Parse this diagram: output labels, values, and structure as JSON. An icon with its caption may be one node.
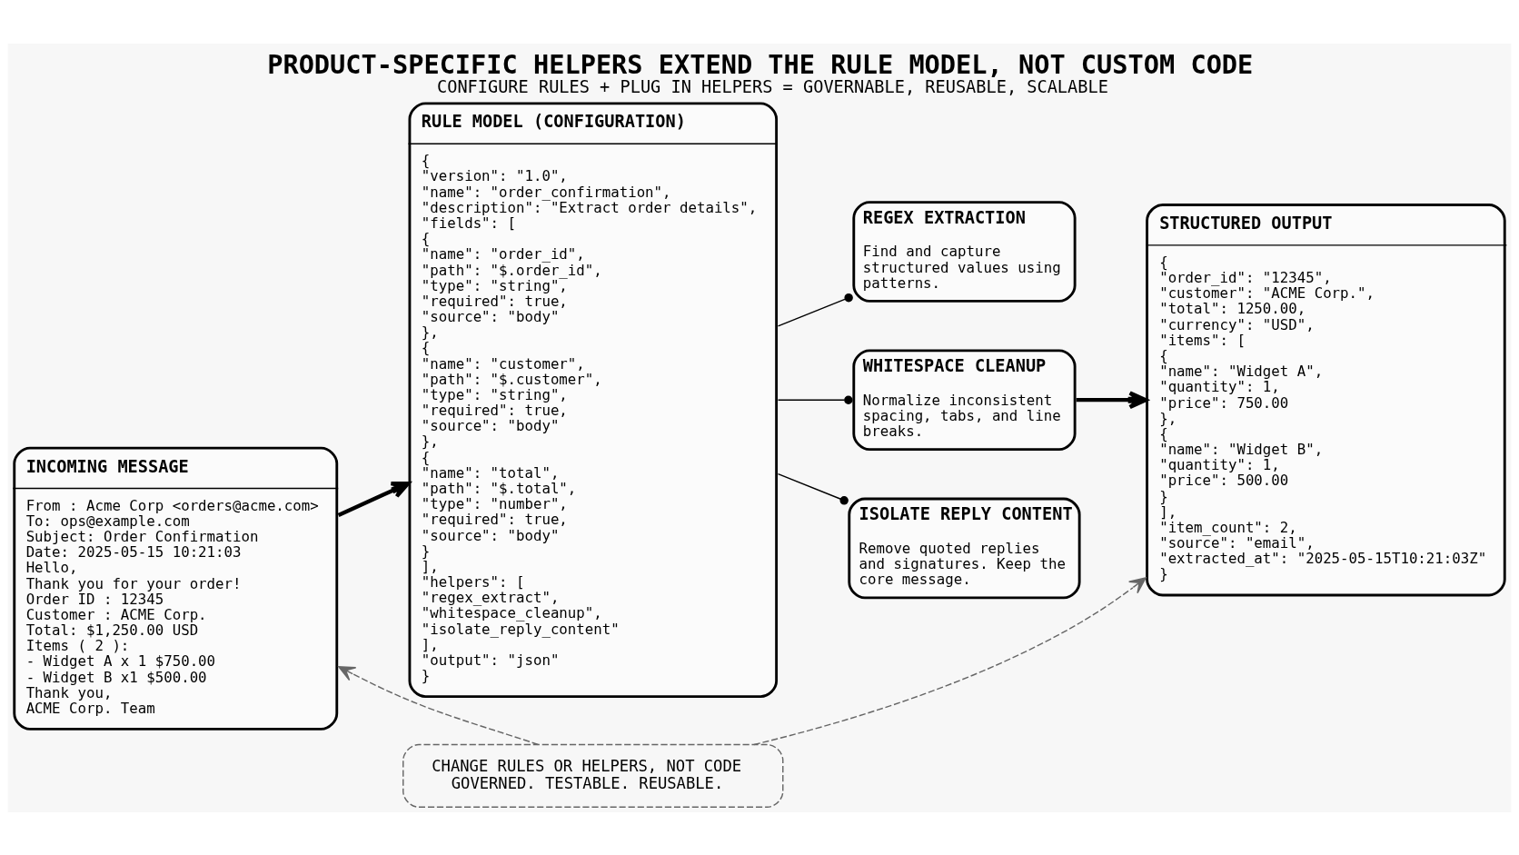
{
  "diagram": {
    "title": "PRODUCT-SPECIFIC HELPERS EXTEND THE RULE MODEL, NOT CUSTOM CODE",
    "caption": "CONFIGURE RULES + PLUG IN HELPERS = GOVERNABLE, REUSABLE, SCALABLE",
    "nodes": [
      {
        "text": [
          "INCOMING MESSAGE",
          "From : Acme Corp <orders@acme.com>",
          "To: ops@example.com",
          "Subject: Order Confirmation",
          "Date: 2025-05-15 10:21:03",
          "Hello,",
          "Thank you for your order!",
          "Order ID : 12345",
          "Customer : ACME Corp.",
          "Total: $1,250.00 USD",
          "Items ( 2 ):",
          "- Widget A x 1 $750.00",
          "- Widget B x1 $500.00",
          "Thank you,",
          "ACME Corp. Team"
        ]
      },
      {
        "text": [
          "RULE MODEL (CONFIGURATION)",
          "{",
          "\"version\": \"1.0\",",
          "\"name\": \"order_confirmation\",",
          "\"description\": \"Extract order details\",",
          "\"fields\": [",
          "{",
          "\"name\": \"order_id\",",
          "\"path\": \"$.order_id\",",
          "\"type\": \"string\",",
          "\"required\": true,",
          "\"source\": \"body\"",
          "},",
          "{",
          "\"name\": \"customer\",",
          "\"path\": \"$.customer\",",
          "\"type\": \"string\",",
          "\"required\": true,",
          "\"source\": \"body\"",
          "},",
          "{",
          "\"name\": \"total\",",
          "\"path\": \"$.total\",",
          "\"type\": \"number\",",
          "\"required\": true,",
          "\"source\": \"body\"",
          "}",
          "],",
          "\"helpers\": [",
          "\"regex_extract\",",
          "\"whitespace_cleanup\",",
          "\"isolate_reply_content\"",
          "],",
          "\"output\": \"json\"",
          "}"
        ]
      },
      {
        "text": [
          "REGEX EXTRACTION",
          "Find and capture structured values using patterns."
        ]
      },
      {
        "text": [
          "WHITESPACE CLEANUP",
          "Normalize inconsistent spacing, tabs, and line breaks."
        ]
      },
      {
        "text": [
          "ISOLATE REPLY CONTENT",
          "Remove quoted replies and signatures. Keep the core message."
        ]
      },
      {
        "text": [
          "STRUCTURED OUTPUT",
          "{",
          "\"order_id\": \"12345\",",
          "\"customer\": \"ACME Corp.\",",
          "\"total\": 1250.00,",
          "\"currency\": \"USD\",",
          "\"items\": [",
          "{",
          "\"name\": \"Widget A\",",
          "\"quantity\": 1,",
          "\"price\": 750.00",
          "},",
          "{",
          "\"name\": \"Widget B\",",
          "\"quantity\": 1,",
          "\"price\": 500.00",
          "}",
          "],",
          "\"item_count\": 2,",
          "\"source\": \"email\",",
          "\"extracted_at\": \"2025-05-15T10:21:03Z\"",
          "}"
        ]
      },
      {
        "text": [
          "CHANGE RULES OR HELPERS, NOT CODE",
          "GOVERNED. TESTABLE. REUSABLE."
        ]
      }
    ],
    "edges": [
      {
        "from": 0,
        "to": 1,
        "arrow": "to",
        "style": "thick"
      },
      {
        "from": 1,
        "to": 2,
        "arrow": "other"
      },
      {
        "from": 1,
        "to": 3,
        "arrow": "other"
      },
      {
        "from": 1,
        "to": 4,
        "arrow": "other"
      },
      {
        "from": 3,
        "to": 5,
        "arrow": "to",
        "style": "thick"
      },
      {
        "from": 6,
        "to": 0,
        "arrow": "to",
        "style": "dashed",
        "color": "#666666"
      },
      {
        "from": 6,
        "to": 5,
        "arrow": "to",
        "style": "dashed",
        "color": "#666666"
      }
    ]
  }
}
